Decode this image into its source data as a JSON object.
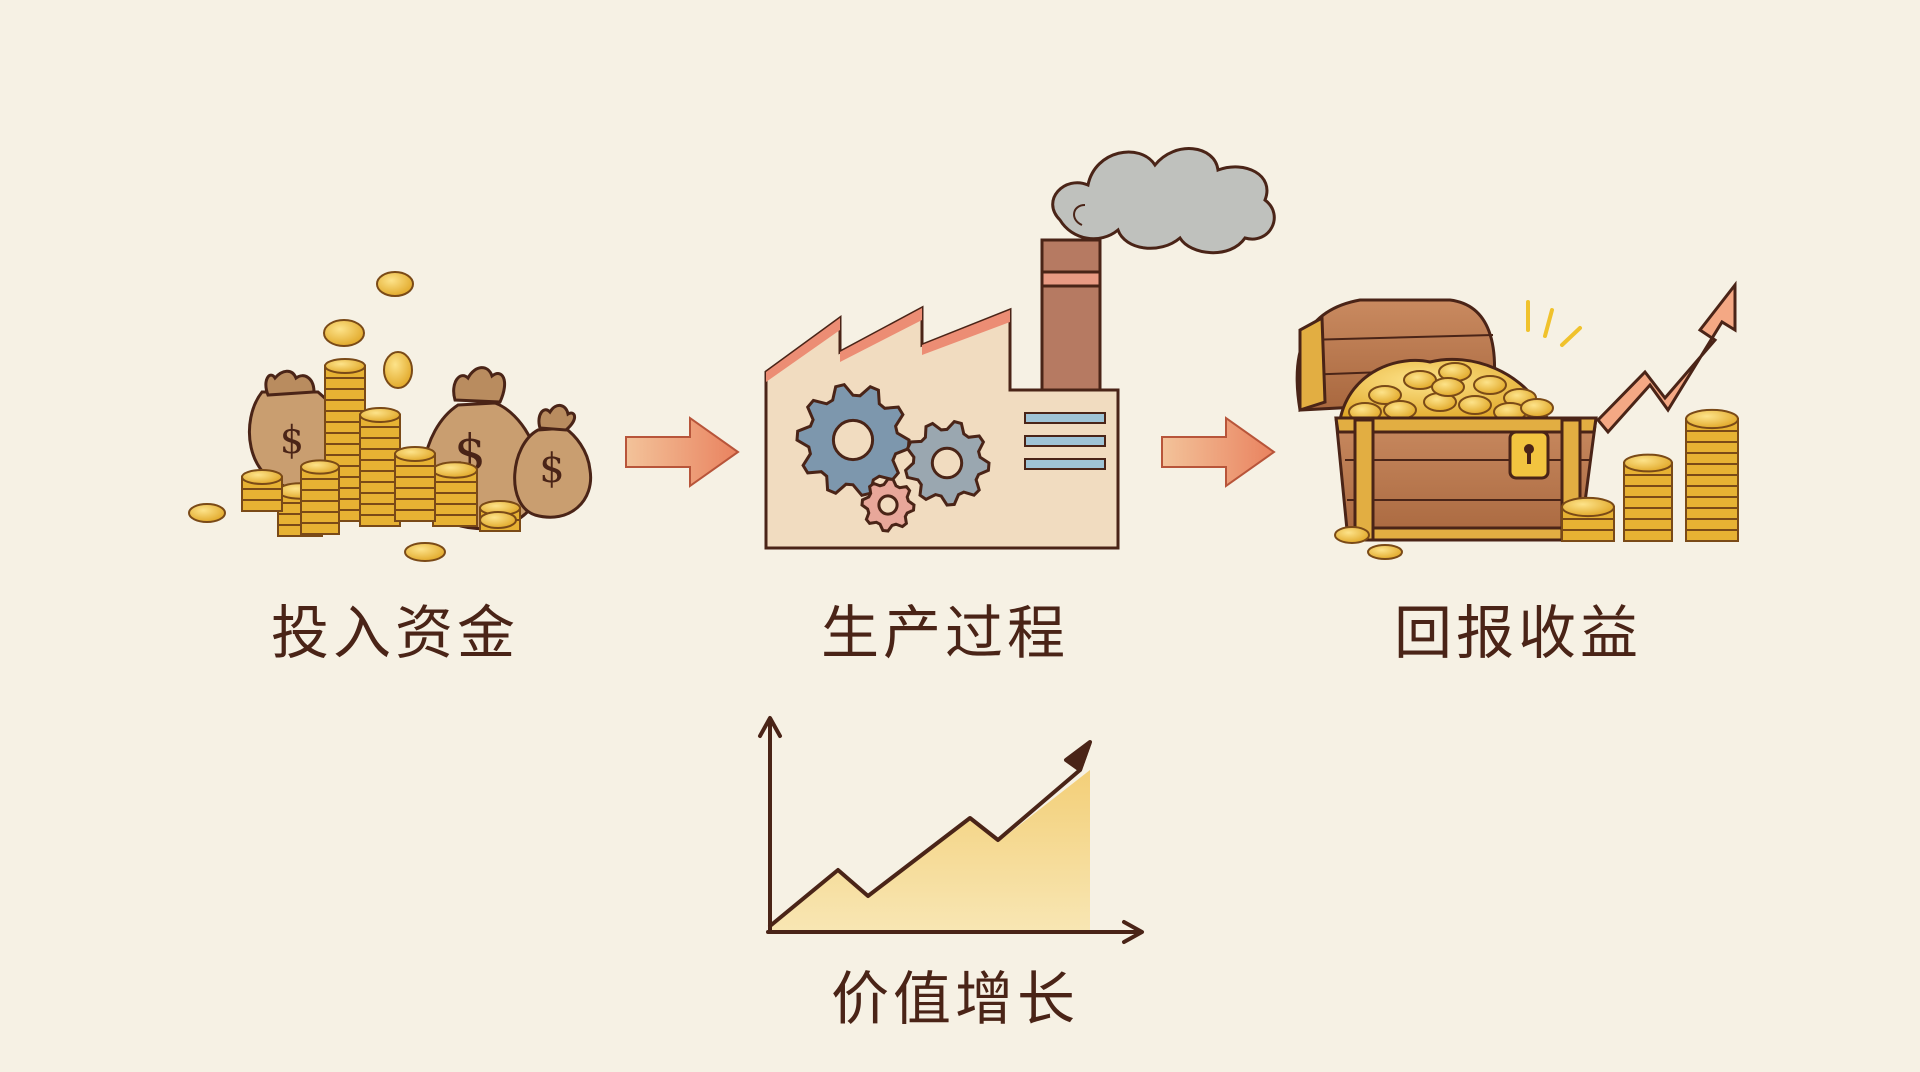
{
  "steps": [
    {
      "id": "invest",
      "label": "投入资金",
      "icon": "money-bags-coins-icon"
    },
    {
      "id": "produce",
      "label": "生产过程",
      "icon": "factory-gears-icon"
    },
    {
      "id": "return",
      "label": "回报收益",
      "icon": "treasure-chest-icon"
    }
  ],
  "growth": {
    "label": "价值增长",
    "icon": "growth-chart-icon"
  },
  "colors": {
    "background": "#f6f1e4",
    "ink": "#4a2417",
    "coin": "#f2c440",
    "coin_shade": "#d99a1c",
    "arrow": "#ef9a78",
    "gear_blue": "#7d97ad",
    "chart_fill": "#f5dc95"
  }
}
